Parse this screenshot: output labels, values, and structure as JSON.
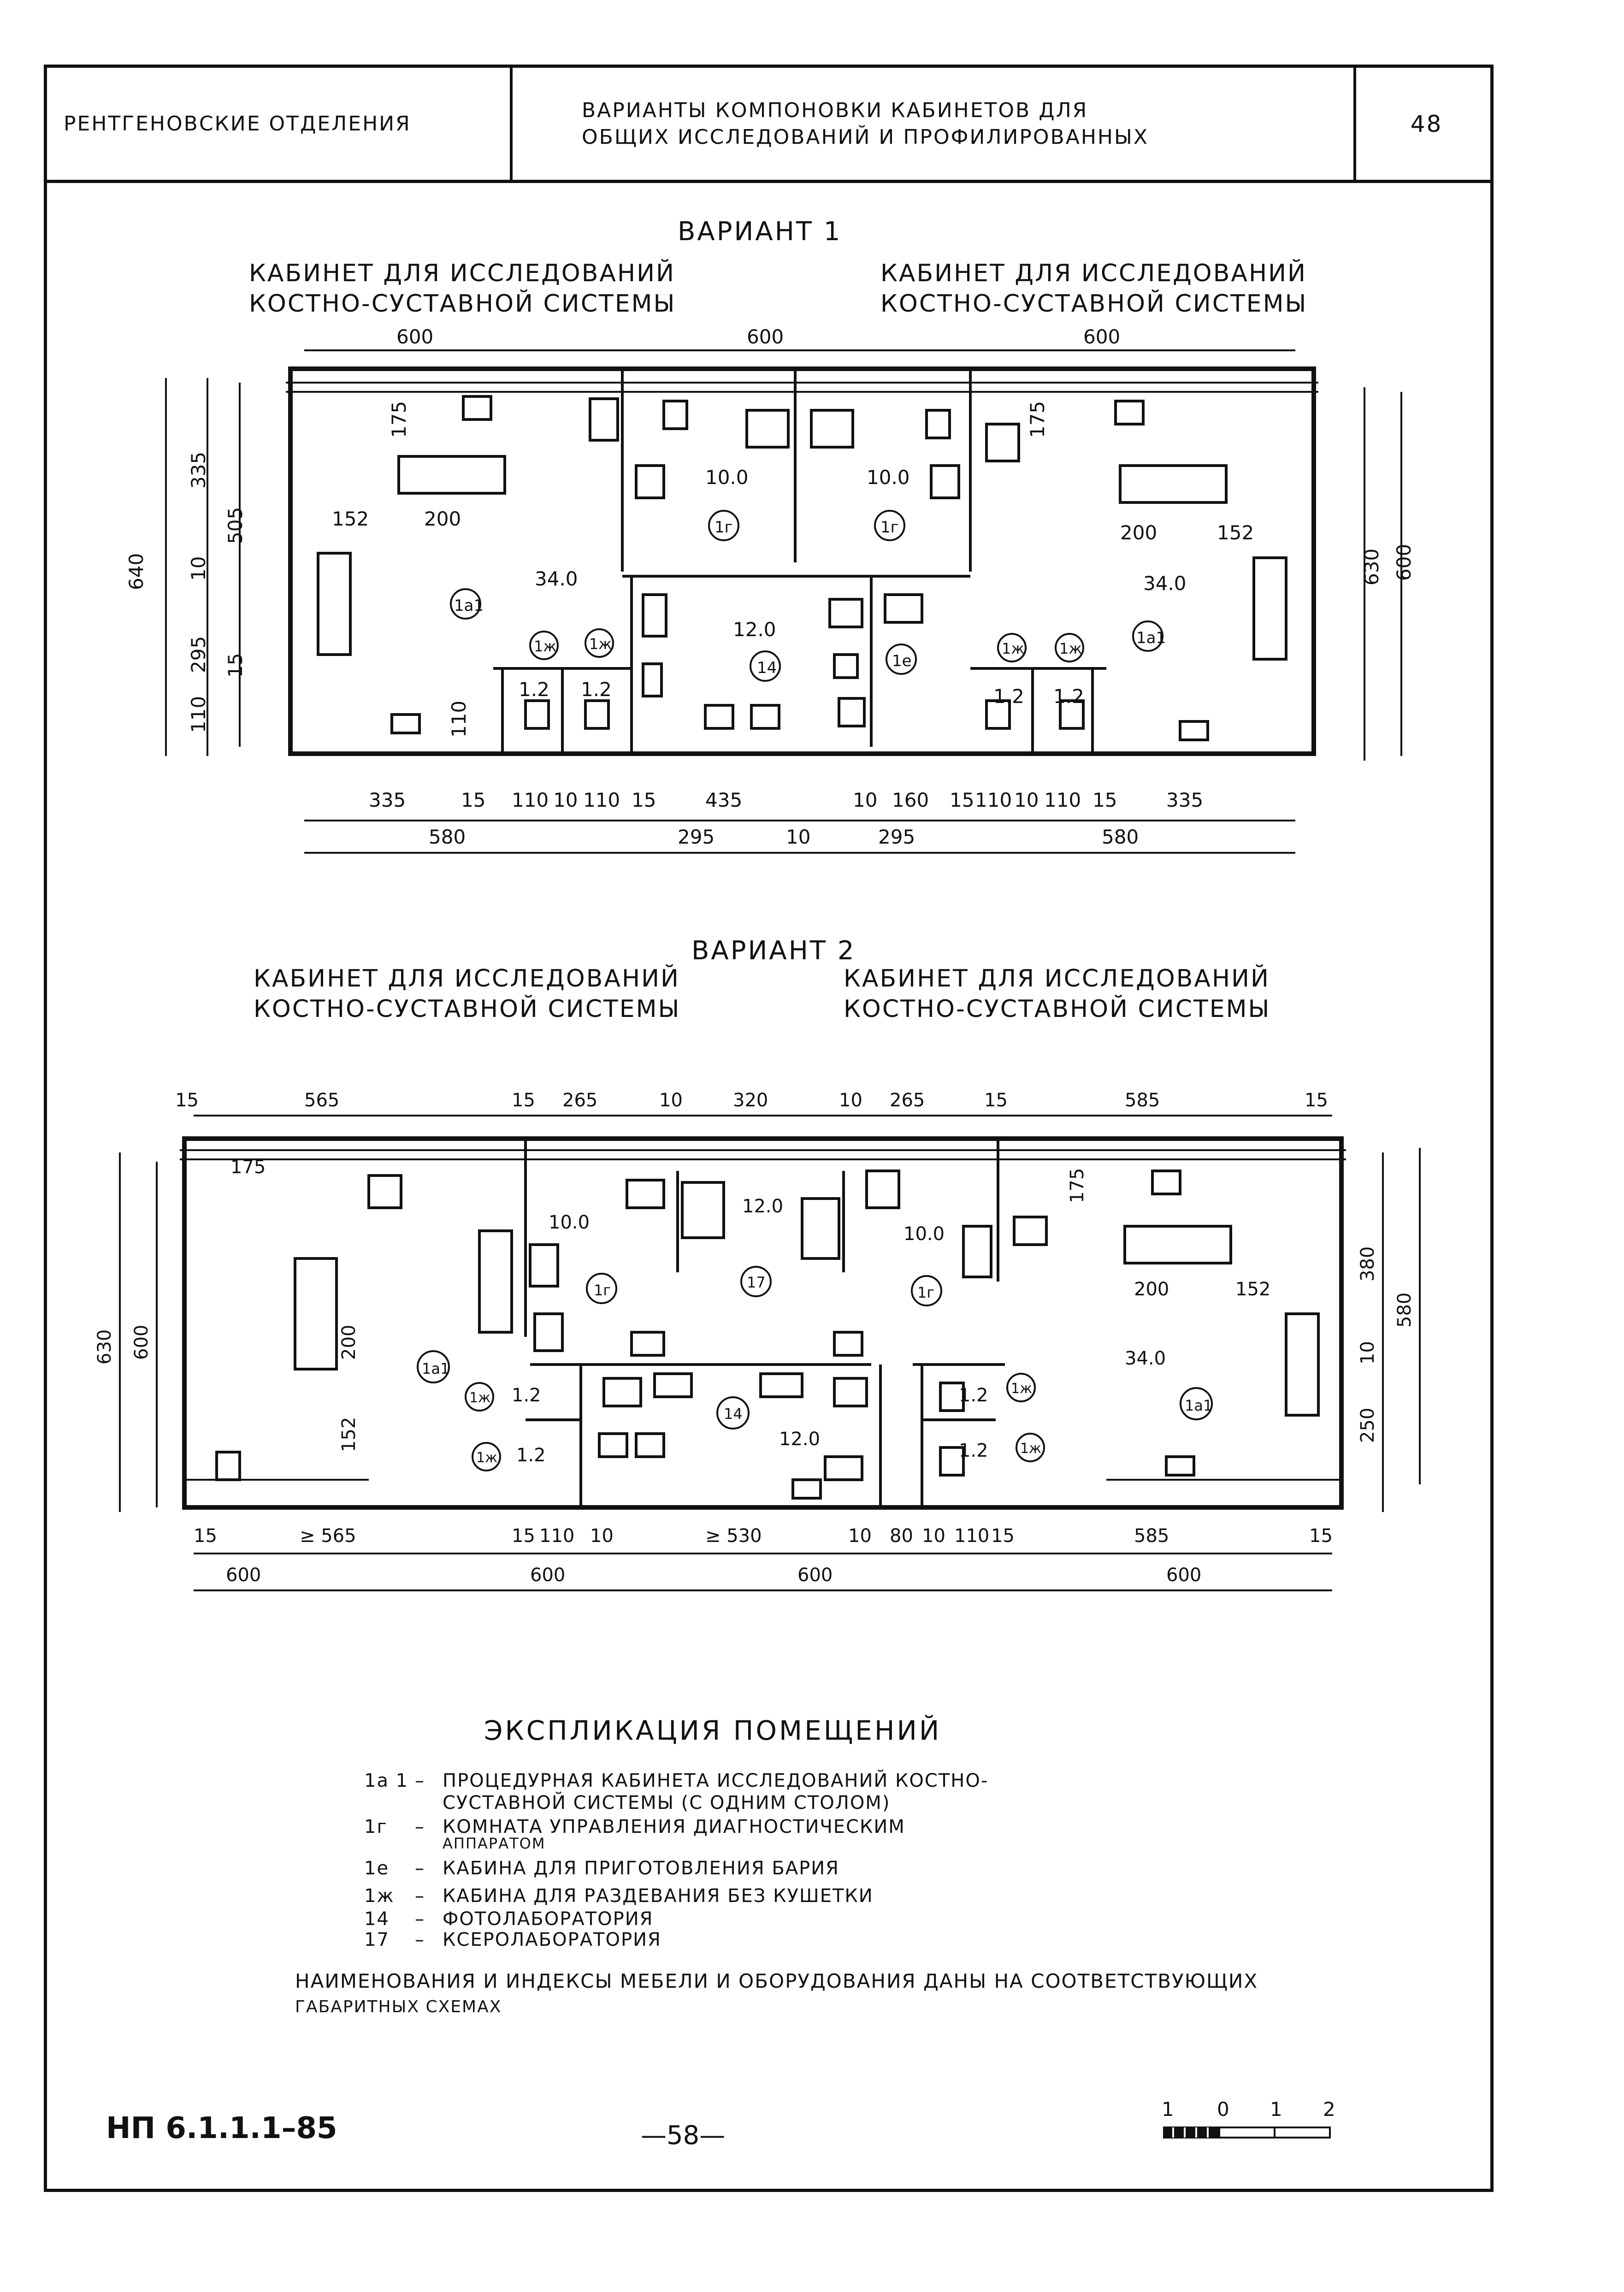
{
  "header": {
    "section": "РЕНТГЕНОВСКИЕ ОТДЕЛЕНИЯ",
    "title_line1": "ВАРИАНТЫ КОМПОНОВКИ КАБИНЕТОВ ДЛЯ",
    "title_line2": "ОБЩИХ ИССЛЕДОВАНИЙ И ПРОФИЛИРОВАННЫХ",
    "sheet_no": "48"
  },
  "variant1": {
    "title": "ВАРИАНТ 1",
    "cabinet_left_1": "КАБИНЕТ ДЛЯ ИССЛЕДОВАНИЙ",
    "cabinet_left_2": "КОСТНО-СУСТАВНОЙ СИСТЕМЫ",
    "cabinet_right_1": "КАБИНЕТ ДЛЯ ИССЛЕДОВАНИЙ",
    "cabinet_right_2": "КОСТНО-СУСТАВНОЙ СИСТЕМЫ",
    "top_dims": [
      "600",
      "600",
      "600"
    ],
    "left_dims_outer": [
      "640"
    ],
    "left_dims_mid": [
      "505",
      "295",
      "110"
    ],
    "left_dims_inner": [
      "335",
      "10",
      "15"
    ],
    "right_dims": [
      "630",
      "600"
    ],
    "inner_dims": [
      "175",
      "152",
      "200",
      "200",
      "152",
      "175",
      "110"
    ],
    "bottom_dims_1": [
      "335",
      "15",
      "110",
      "10",
      "110",
      "15",
      "435",
      "10",
      "160",
      "15",
      "110",
      "10",
      "110",
      "15",
      "335"
    ],
    "bottom_dims_2": [
      "580",
      "295",
      "10",
      "295",
      "580"
    ],
    "areas": [
      "10.0",
      "10.0",
      "34.0",
      "34.0",
      "12.0",
      "1.2",
      "1.2",
      "1.2",
      "1.2"
    ],
    "rooms": [
      "1а1",
      "1г",
      "1г",
      "1а1",
      "14",
      "1е",
      "1ж",
      "1ж",
      "1ж",
      "1ж"
    ]
  },
  "variant2": {
    "title": "ВАРИАНТ 2",
    "cabinet_left_1": "КАБИНЕТ ДЛЯ ИССЛЕДОВАНИЙ",
    "cabinet_left_2": "КОСТНО-СУСТАВНОЙ СИСТЕМЫ",
    "cabinet_right_1": "КАБИНЕТ ДЛЯ ИССЛЕДОВАНИЙ",
    "cabinet_right_2": "КОСТНО-СУСТАВНОЙ СИСТЕМЫ",
    "top_dims": [
      "15",
      "565",
      "15",
      "265",
      "10",
      "320",
      "10",
      "265",
      "15",
      "585",
      "15"
    ],
    "left_dims": [
      "630",
      "600"
    ],
    "right_dims": [
      "380",
      "10",
      "250",
      "580"
    ],
    "inner_dims": [
      "175",
      "200",
      "152",
      "175",
      "200",
      "152"
    ],
    "bottom_dims_1": [
      "15",
      "≥ 565",
      "15",
      "110",
      "10",
      "≥ 530",
      "10",
      "80",
      "10",
      "110",
      "15",
      "585",
      "15"
    ],
    "bottom_dims_2": [
      "600",
      "600",
      "600",
      "600"
    ],
    "areas": [
      "10.0",
      "12.0",
      "10.0",
      "34.0",
      "12.0",
      "1.2",
      "1.2",
      "1.2",
      "1.2"
    ],
    "rooms": [
      "1а1",
      "1г",
      "17",
      "1г",
      "1а1",
      "14",
      "1ж",
      "1ж",
      "1ж",
      "1ж"
    ]
  },
  "explication": {
    "title": "ЭКСПЛИКАЦИЯ ПОМЕЩЕНИЙ",
    "items": [
      {
        "code": "1а 1",
        "dash": "–",
        "text": "ПРОЦЕДУРНАЯ КАБИНЕТА ИССЛЕДОВАНИЙ КОСТНО-",
        "text2": "СУСТАВНОЙ СИСТЕМЫ (С ОДНИМ СТОЛОМ)"
      },
      {
        "code": "1г",
        "dash": "–",
        "text": "КОМНАТА УПРАВЛЕНИЯ ДИАГНОСТИЧЕСКИМ",
        "text2": "АППАРАТОМ"
      },
      {
        "code": "1е",
        "dash": "–",
        "text": "КАБИНА ДЛЯ ПРИГОТОВЛЕНИЯ БАРИЯ",
        "text2": ""
      },
      {
        "code": "1ж",
        "dash": "–",
        "text": "КАБИНА ДЛЯ РАЗДЕВАНИЯ БЕЗ КУШЕТКИ",
        "text2": ""
      },
      {
        "code": "14",
        "dash": "–",
        "text": "ФОТОЛАБОРАТОРИЯ",
        "text2": ""
      },
      {
        "code": "17",
        "dash": "–",
        "text": "КСЕРОЛАБОРАТОРИЯ",
        "text2": ""
      }
    ],
    "note_line1": "НАИМЕНОВАНИЯ И ИНДЕКСЫ МЕБЕЛИ И ОБОРУДОВАНИЯ ДАНЫ НА СООТВЕТСТВУЮЩИХ",
    "note_line2": "ГАБАРИТНЫХ СХЕМАХ"
  },
  "footer": {
    "doc_code": "НП 6.1.1.1–85",
    "page": "—58—",
    "scale_labels": [
      "1",
      "0",
      "1",
      "2"
    ]
  }
}
